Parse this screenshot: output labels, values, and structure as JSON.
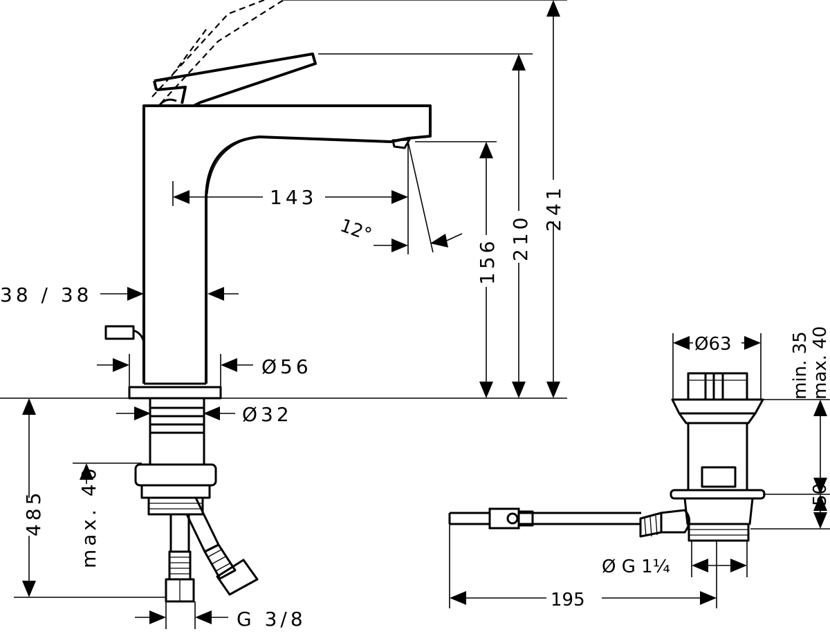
{
  "dimensions": {
    "spout_reach": "143",
    "spout_angle": "12°",
    "spout_height": "156",
    "lever_height": "210",
    "total_height": "241",
    "body_width": "38 / 38",
    "base_diameter": "Ø56",
    "shank_diameter": "Ø32",
    "hose_length": "485",
    "max_thickness": "max. 40",
    "connection": "G 3/8",
    "drain_diameter": "Ø63",
    "plug_range_min": "min. 35",
    "plug_range_max": "max. 40",
    "waste_height": "50",
    "waste_thread": "Ø G 1¼",
    "waste_length": "195"
  }
}
